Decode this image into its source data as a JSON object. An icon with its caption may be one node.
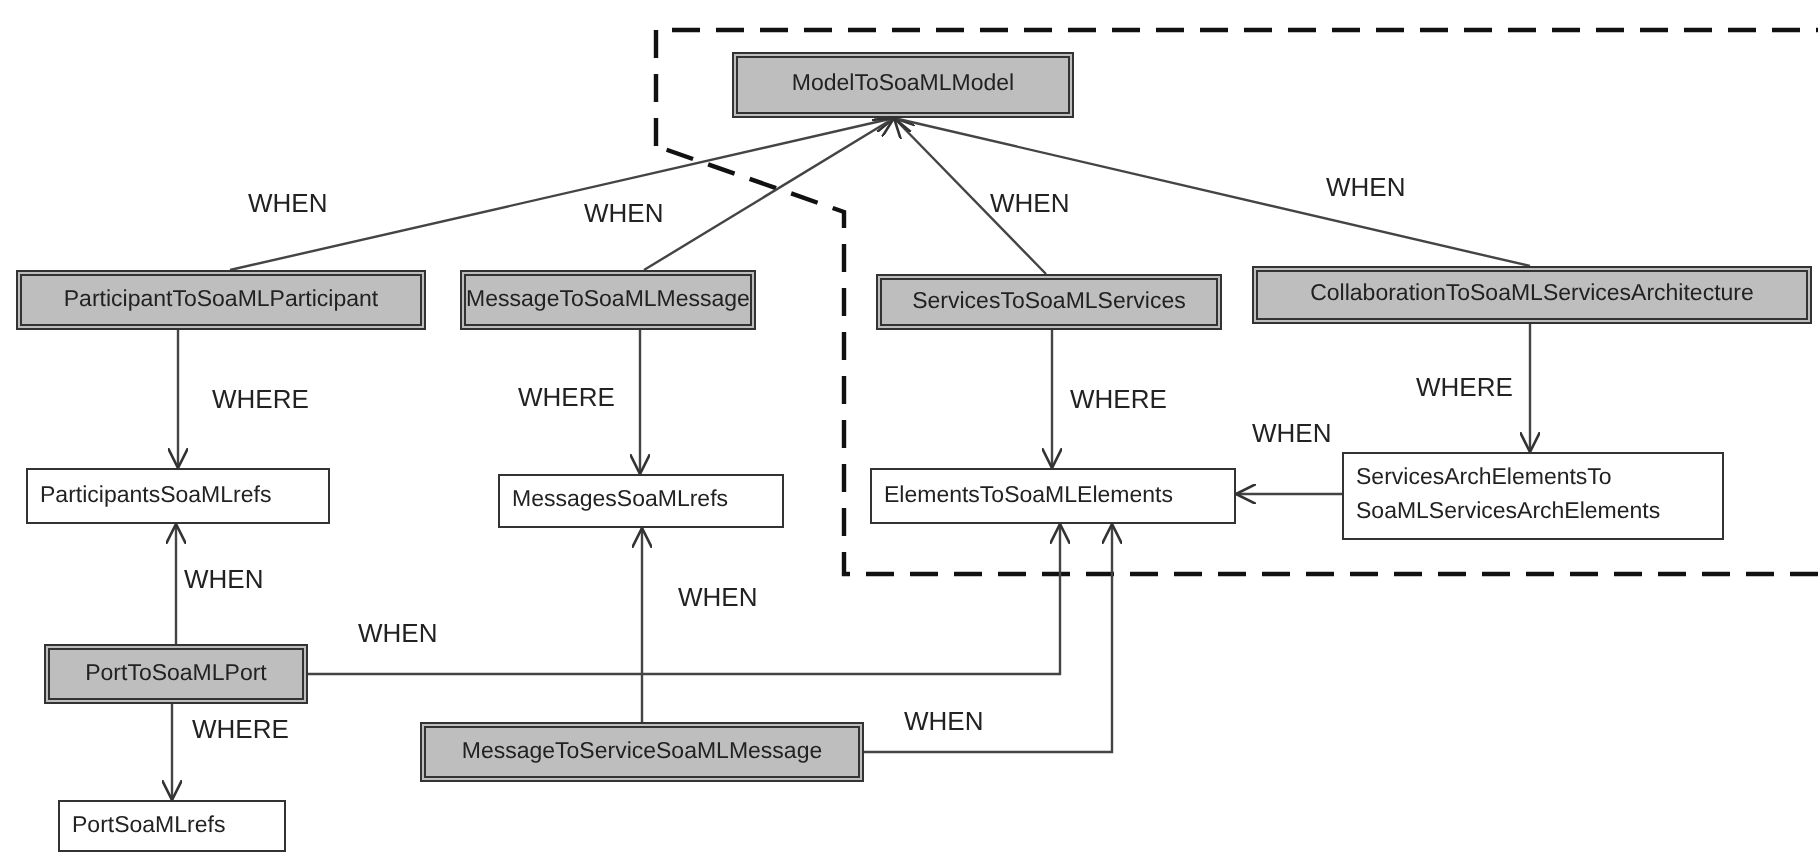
{
  "diagram": {
    "nodes": [
      {
        "text": [
          "ModelToSoaMLModel"
        ]
      },
      {
        "text": [
          "ParticipantToSoaMLParticipant"
        ]
      },
      {
        "text": [
          "MessageToSoaMLMessage"
        ]
      },
      {
        "text": [
          "ServicesToSoaMLServices"
        ]
      },
      {
        "text": [
          "CollaborationToSoaMLServicesArchitecture"
        ]
      },
      {
        "text": [
          "ParticipantsSoaMLrefs"
        ]
      },
      {
        "text": [
          "MessagesSoaMLrefs"
        ]
      },
      {
        "text": [
          "ElementsToSoaMLElements"
        ]
      },
      {
        "text": [
          "ServicesArchElementsTo SoaMLServicesArchElements"
        ]
      },
      {
        "text": [
          "PortToSoaMLPort"
        ]
      },
      {
        "text": [
          "PortSoaMLrefs"
        ]
      },
      {
        "text": [
          "MessageToServiceSoaMLMessage"
        ]
      }
    ],
    "edges": [
      {
        "from": 1,
        "to": 0,
        "arrow": "to",
        "label": "WHEN"
      },
      {
        "from": 2,
        "to": 0,
        "arrow": "to",
        "label": "WHEN"
      },
      {
        "from": 3,
        "to": 0,
        "arrow": "to",
        "label": "WHEN"
      },
      {
        "from": 4,
        "to": 0,
        "arrow": "to",
        "label": "WHEN"
      },
      {
        "from": 1,
        "to": 5,
        "arrow": "to",
        "label": "WHERE"
      },
      {
        "from": 2,
        "to": 6,
        "arrow": "to",
        "label": "WHERE"
      },
      {
        "from": 3,
        "to": 7,
        "arrow": "to",
        "label": "WHERE"
      },
      {
        "from": 4,
        "to": 8,
        "arrow": "to",
        "label": "WHERE"
      },
      {
        "from": 8,
        "to": 7,
        "arrow": "to",
        "label": "WHEN"
      },
      {
        "from": 9,
        "to": 5,
        "arrow": "to",
        "label": "WHEN"
      },
      {
        "from": 9,
        "to": 10,
        "arrow": "to",
        "label": "WHERE"
      },
      {
        "from": 9,
        "to": 7,
        "arrow": "to",
        "label": "WHEN"
      },
      {
        "from": 11,
        "to": 6,
        "arrow": "to",
        "label": "WHEN"
      },
      {
        "from": 11,
        "to": 7,
        "arrow": "to",
        "label": "WHEN"
      }
    ]
  }
}
